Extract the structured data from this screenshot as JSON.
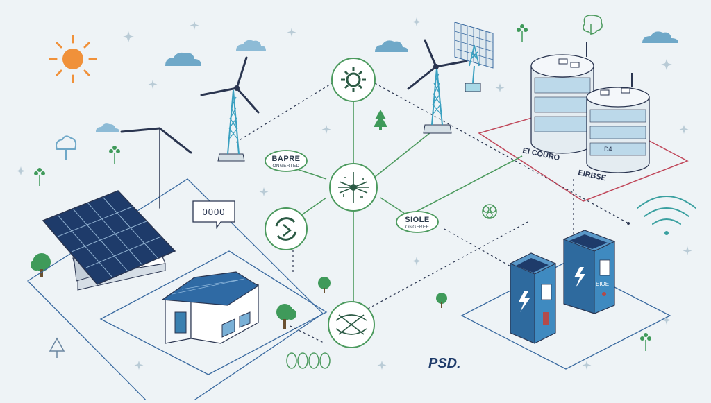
{
  "diagram": {
    "nodes": {
      "left_label": {
        "title": "BAPRE",
        "subtitle": "ONGERTED"
      },
      "right_label": {
        "title": "SIOLE",
        "subtitle": "ONGFREE"
      }
    },
    "storage_area": {
      "label_line1": "EI COURO",
      "label_line2": "EIRBSE",
      "tank_label": "D4"
    },
    "charger_label": "EIOE",
    "logo": "PSD.",
    "meter_text": "0000"
  },
  "colors": {
    "background": "#eef3f6",
    "grid_green": "#4c9a5e",
    "plot_blue": "#3a6aa0",
    "storage_red": "#c0475a",
    "sun_orange": "#f0913a",
    "tower_blue": "#3aa0c0"
  },
  "icons": [
    "sun-icon",
    "cloud-icon",
    "wind-turbine-icon",
    "solar-panel-icon",
    "house-icon",
    "battery-tank-icon",
    "ev-charger-icon",
    "gear-icon",
    "wifi-icon",
    "tree-icon"
  ]
}
